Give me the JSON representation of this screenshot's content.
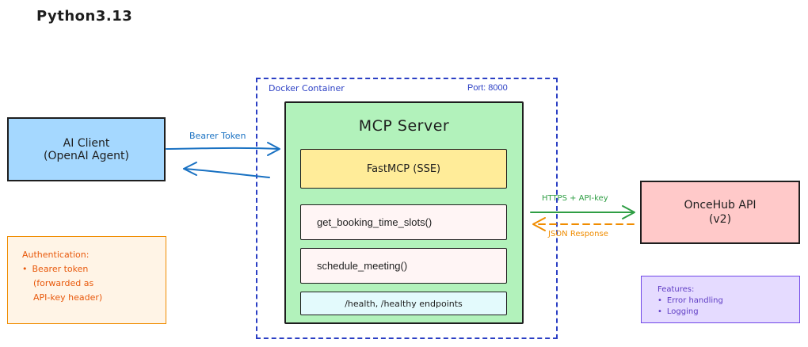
{
  "title": "Python3.13",
  "docker": {
    "label": "Docker Container",
    "port": "Port: 8000"
  },
  "mcp": {
    "title": "MCP Server",
    "fastmcp": "FastMCP (SSE)",
    "tool1": "get_booking_time_slots()",
    "tool2": "schedule_meeting()",
    "health": "/health, /healthy endpoints"
  },
  "ai_client": {
    "line1": "AI Client",
    "line2": "(OpenAI Agent)"
  },
  "oncehub": {
    "line1": "OnceHub API",
    "line2": "(v2)"
  },
  "auth": {
    "title": "Authentication:",
    "item1": "Bearer token",
    "item1_cont1": "(forwarded as",
    "item1_cont2": "API-key header)"
  },
  "features": {
    "title": "Features:",
    "items": [
      "Error handling",
      "Logging"
    ]
  },
  "edges": {
    "bearer": "Bearer Token",
    "https": "HTTPS + API-key",
    "json": "JSON Response"
  },
  "colors": {
    "docker_border": "#2b3fc4",
    "mcp_fill": "#b2f2bb",
    "fastmcp_fill": "#ffec99",
    "tool_fill": "#fff5f5",
    "health_fill": "#e3fafc",
    "client_fill": "#a5d8ff",
    "oncehub_fill": "#ffc9c9",
    "auth_fill": "#fff4e6",
    "auth_border": "#f08c00",
    "features_fill": "#e5dbff",
    "features_border": "#7048e8",
    "arrow_blue": "#1971c2",
    "arrow_green": "#2f9e44",
    "arrow_orange": "#f08c00"
  }
}
